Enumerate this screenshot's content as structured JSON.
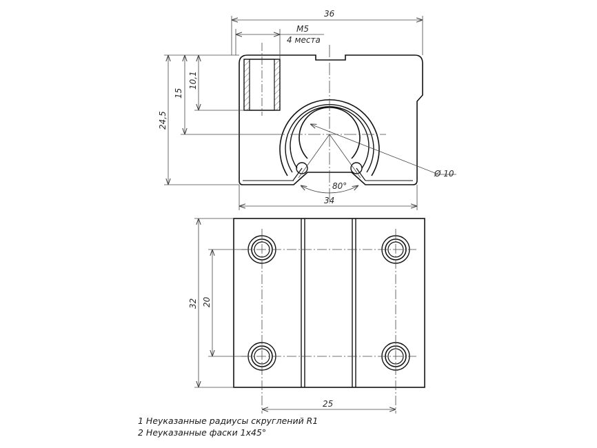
{
  "front_view": {
    "dim_overall_width": "36",
    "dim_base_width": "34",
    "dim_thread": "M5",
    "dim_thread_count": "4 места",
    "dim_height": "24,5",
    "dim_bore_center": "15",
    "dim_thread_depth": "10,1",
    "dim_bore_diameter": "Ø 10",
    "dim_opening_angle": "80°"
  },
  "top_view": {
    "dim_length": "32",
    "dim_hole_pitch_y": "20",
    "dim_hole_pitch_x": "25"
  },
  "notes": [
    "1  Неуказанные радиусы скруглений R1",
    "2  Неуказанные фаски 1x45°"
  ]
}
